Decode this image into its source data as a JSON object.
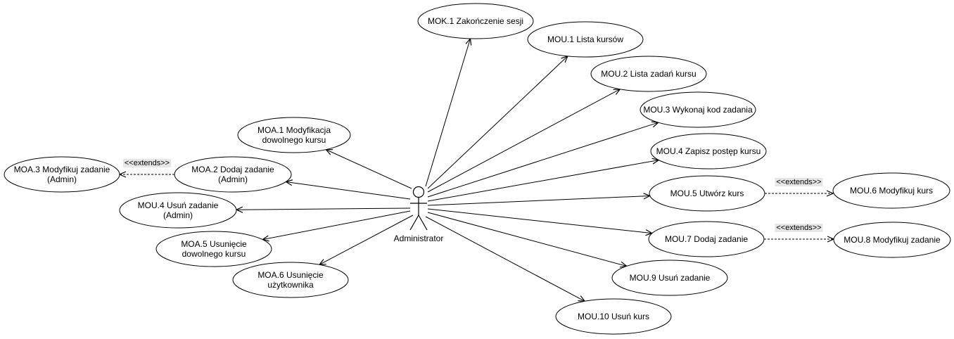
{
  "actor": {
    "name": "Administrator"
  },
  "use_cases": {
    "mok1": [
      "MOK.1 Zakończenie sesji"
    ],
    "mou1": [
      "MOU.1 Lista kursów"
    ],
    "mou2": [
      "MOU.2 Lista zadań kursu"
    ],
    "mou3": [
      "MOU.3 Wykonaj kod zadania"
    ],
    "mou4": [
      "MOU.4 Zapisz postęp kursu"
    ],
    "mou5": [
      "MOU.5 Utwórz kurs"
    ],
    "mou6": [
      "MOU.6 Modyfikuj kurs"
    ],
    "mou7": [
      "MOU.7 Dodaj zadanie"
    ],
    "mou8": [
      "MOU.8 Modyfikuj zadanie"
    ],
    "mou9": [
      "MOU.9 Usuń zadanie"
    ],
    "mou10": [
      "MOU.10 Usuń kurs"
    ],
    "moa1": [
      "MOA.1 Modyfikacja",
      "dowolnego kursu"
    ],
    "moa2": [
      "MOA.2 Dodaj zadanie",
      "(Admin)"
    ],
    "moa3": [
      "MOA.3 Modyfikuj zadanie",
      "(Admin)"
    ],
    "mou4a": [
      "MOU.4 Usuń zadanie",
      "(Admin)"
    ],
    "moa5": [
      "MOA.5 Usunięcie",
      "dowolnego kursu"
    ],
    "moa6": [
      "MOA.6 Usunięcie",
      "użytkownika"
    ]
  },
  "extends_labels": {
    "moa2_moa3": "<<extends>>",
    "mou5_mou6": "<<extends>>",
    "mou7_mou8": "<<extends>>"
  },
  "colors": {
    "stroke": "#000000",
    "fill": "#ffffff",
    "ext_label_bg": "#e6e6e6"
  }
}
